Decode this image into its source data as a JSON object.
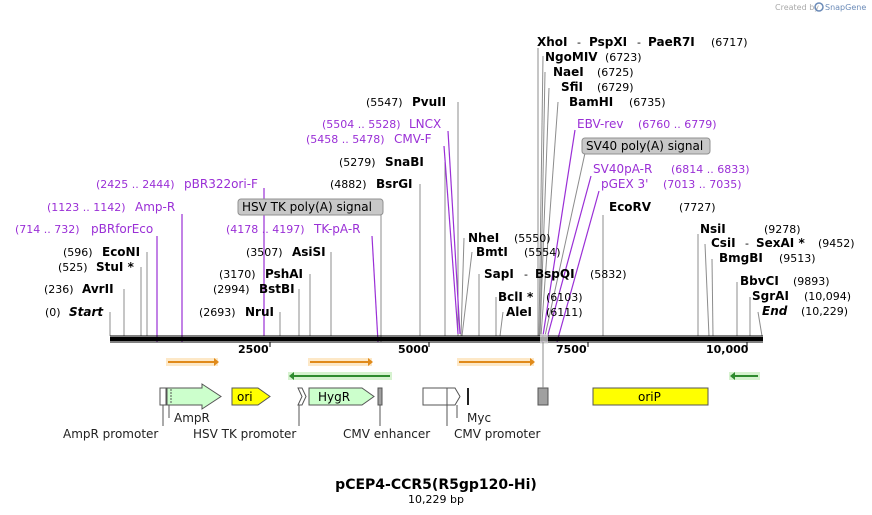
{
  "credit": {
    "prefix": "Created by",
    "brand": "SnapGene"
  },
  "title": "pCEP4-CCR5(R5gp120-Hi)",
  "subtitle": "10,229 bp",
  "ticks": [
    "2500",
    "5000",
    "7500",
    "10,000"
  ],
  "sites": {
    "start": {
      "pos": "(0)",
      "name": "Start"
    },
    "avrii": {
      "pos": "(236)",
      "name": "AvrII"
    },
    "stui": {
      "pos": "(525)",
      "name": "StuI *"
    },
    "econi": {
      "pos": "(596)",
      "name": "EcoNI"
    },
    "nrui": {
      "pos": "(2693)",
      "name": "NruI"
    },
    "bstbi": {
      "pos": "(2994)",
      "name": "BstBI"
    },
    "pshai": {
      "pos": "(3170)",
      "name": "PshAI"
    },
    "asisi": {
      "pos": "(3507)",
      "name": "AsiSI"
    },
    "bsrgi": {
      "pos": "(4882)",
      "name": "BsrGI"
    },
    "snabi": {
      "pos": "(5279)",
      "name": "SnaBI"
    },
    "pvuii": {
      "pos": "(5547)",
      "name": "PvuII"
    },
    "nhei": {
      "name": "NheI",
      "pos": "(5550)"
    },
    "bmti": {
      "name": "BmtI",
      "pos": "(5554)"
    },
    "sapi": {
      "name": "SapI",
      "sep": "-",
      "name2": "BspQI",
      "pos": "(5832)"
    },
    "bcli": {
      "name": "BclI *",
      "pos": "(6103)"
    },
    "alei": {
      "name": "AleI",
      "pos": "(6111)"
    },
    "xhoi": {
      "name": "XhoI",
      "sep1": "-",
      "name2": "PspXI",
      "sep2": "-",
      "name3": "PaeR7I",
      "pos": "(6717)"
    },
    "ngomiv": {
      "name": "NgoMIV",
      "pos": "(6723)"
    },
    "naei": {
      "name": "NaeI",
      "pos": "(6725)"
    },
    "sfii": {
      "name": "SfiI",
      "pos": "(6729)"
    },
    "bamhi": {
      "name": "BamHI",
      "pos": "(6735)"
    },
    "ecorv": {
      "name": "EcoRV",
      "pos": "(7727)"
    },
    "nsii": {
      "name": "NsiI",
      "pos": "(9278)"
    },
    "csii": {
      "name": "CsiI",
      "sep": "-",
      "name2": "SexAI *",
      "pos": "(9452)"
    },
    "bmgbi": {
      "name": "BmgBI",
      "pos": "(9513)"
    },
    "bbvci": {
      "name": "BbvCI",
      "pos": "(9893)"
    },
    "sgrai": {
      "name": "SgrAI",
      "pos": "(10,094)"
    },
    "end": {
      "name": "End",
      "pos": "(10,229)"
    }
  },
  "primers": {
    "pbrforeco": {
      "range": "(714 .. 732)",
      "name": "pBRforEco"
    },
    "ampr": {
      "range": "(1123 .. 1142)",
      "name": "Amp-R"
    },
    "pbr322ori": {
      "range": "(2425 .. 2444)",
      "name": "pBR322ori-F"
    },
    "tkpar": {
      "range": "(4178 .. 4197)",
      "name": "TK-pA-R"
    },
    "cmvf": {
      "range": "(5458 .. 5478)",
      "name": "CMV-F"
    },
    "lncx": {
      "range": "(5504 .. 5528)",
      "name": "LNCX"
    },
    "ebvrev": {
      "name": "EBV-rev",
      "range": "(6760 .. 6779)"
    },
    "sv40par": {
      "name": "SV40pA-R",
      "range": "(6814 .. 6833)"
    },
    "pgex3": {
      "name": "pGEX 3'",
      "range": "(7013 .. 7035)"
    }
  },
  "grey_boxes": {
    "hsvtk": "HSV TK poly(A) signal",
    "sv40": "SV40 poly(A) signal"
  },
  "features": {
    "ampr": "AmpR",
    "ori": "ori",
    "hygr": "HygR",
    "oriP": "oriP",
    "myc": "Myc",
    "ampr_promoter": "AmpR promoter",
    "hsvtk_promoter": "HSV TK promoter",
    "cmv_enhancer": "CMV enhancer",
    "cmv_promoter": "CMV promoter"
  },
  "colors": {
    "enzyme_line": "#8c8c8c",
    "primer": "#9a2fd6",
    "orf_arrow": "#f0a030",
    "orf_arrow_green": "#3a9a3a",
    "ampr_fill": "#ccffcc",
    "ori_fill": "#ffff00",
    "grey_box": "#c8c8c8"
  }
}
